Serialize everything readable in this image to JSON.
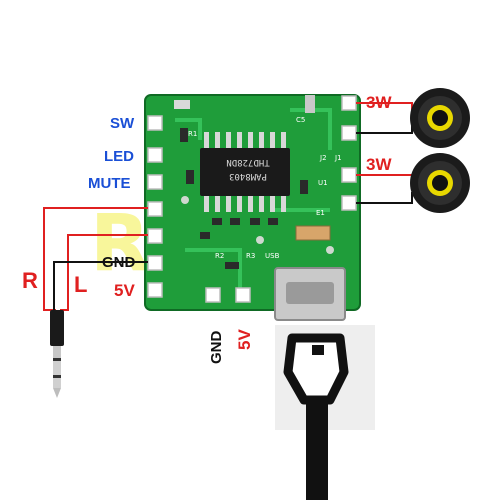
{
  "watermark": "R          Z",
  "board": {
    "chip_line1": "PAM8403",
    "chip_line2": "THD728DN",
    "silk_labels": [
      "R1",
      "C5",
      "J2",
      "U1",
      "E1",
      "J1",
      "R2",
      "R3",
      "USB"
    ]
  },
  "left_pins": {
    "sw": "SW",
    "led": "LED",
    "mute": "MUTE",
    "gnd": "GND",
    "v5": "5V"
  },
  "audio": {
    "r": "R",
    "l": "L"
  },
  "bottom_pins": {
    "gnd": "GND",
    "v5": "5V"
  },
  "speakers": [
    {
      "label": "3W"
    },
    {
      "label": "3W"
    }
  ],
  "colors": {
    "board": "#1f9d3a",
    "wire_red": "#e02020",
    "wire_black": "#111111",
    "label_blue": "#1a4fd6",
    "speaker_ring": "#e8d800"
  }
}
